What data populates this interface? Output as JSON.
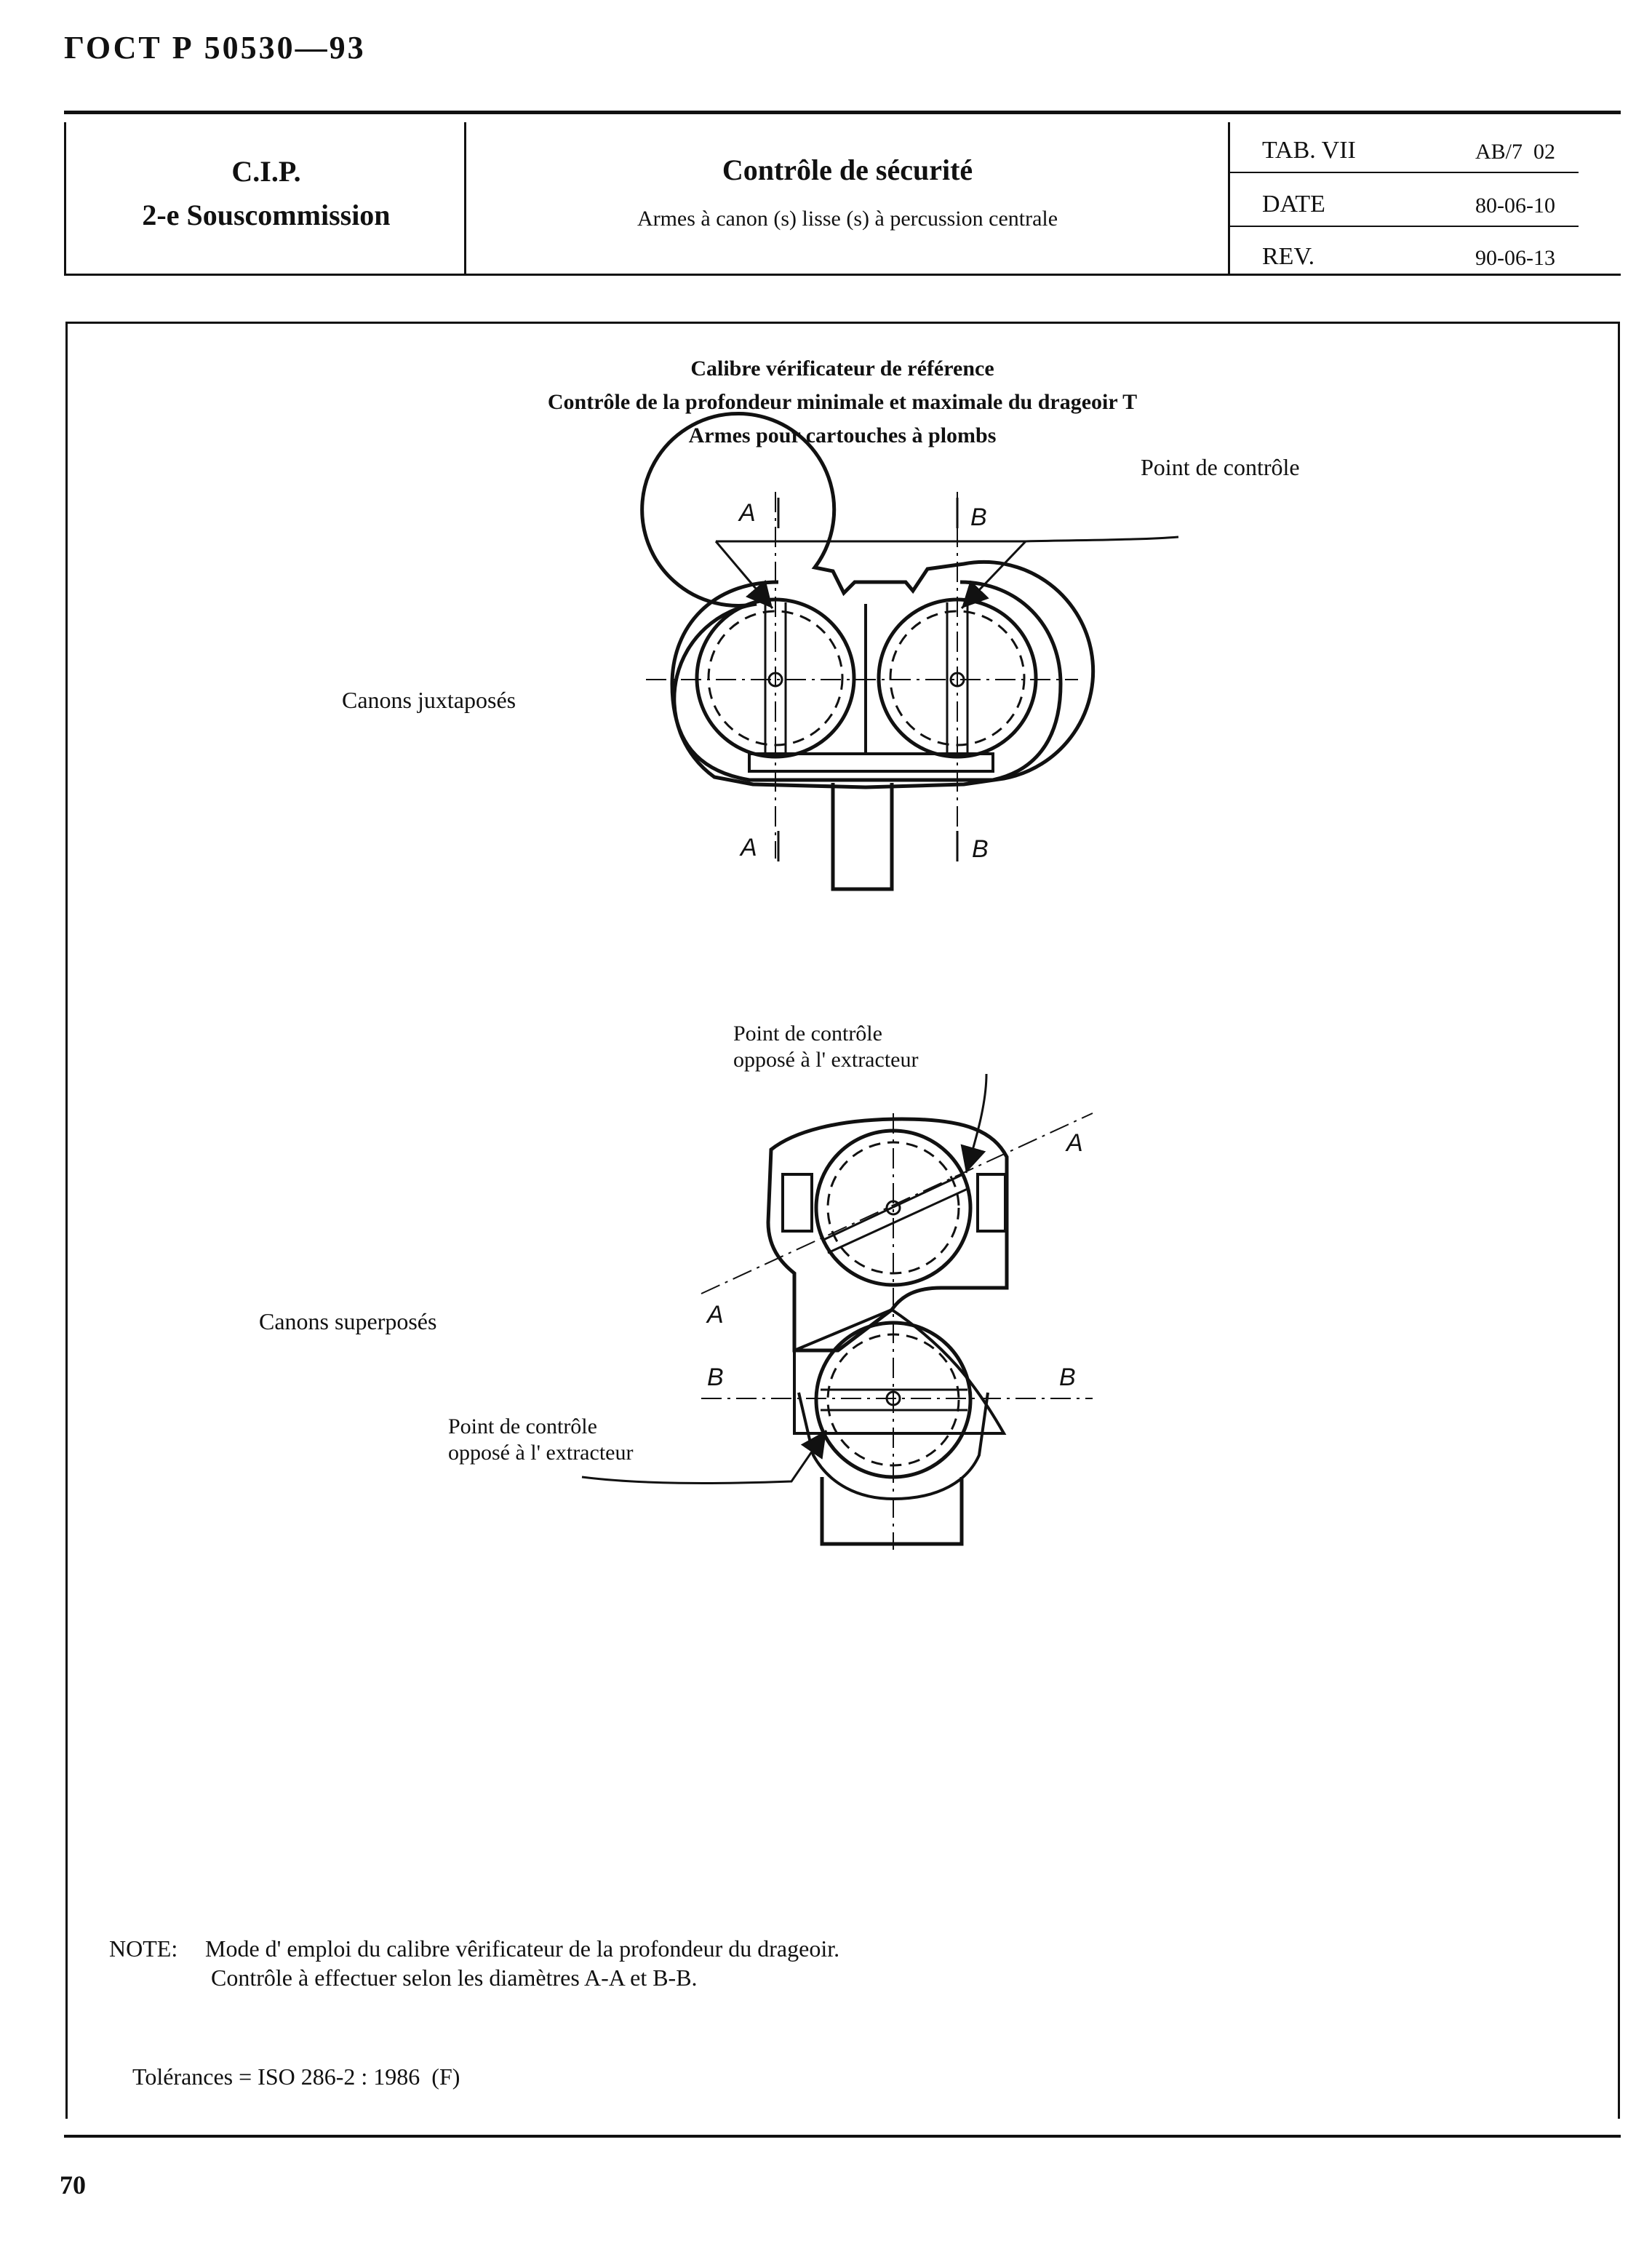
{
  "document_number": "ГОСТ Р 50530—93",
  "header": {
    "org": "C.I.P.",
    "subcommission": "2-e Souscommission",
    "title": "Contrôle de sécurité",
    "subtitle": "Armes à canon (s) lisse (s) à percussion centrale",
    "meta": [
      {
        "label": "TAB. VII",
        "value": "AB/7  02"
      },
      {
        "label": "DATE",
        "value": "80-06-10"
      },
      {
        "label": "REV.",
        "value": "90-06-13"
      }
    ]
  },
  "content": {
    "heading_lines": [
      "Calibre vérificateur de référence",
      "Contrôle de la profondeur minimale et maximale du  drageoir T",
      "Armes pour cartouches à plombs"
    ],
    "figure1": {
      "caption": "Canons juxtaposés",
      "callout": "Point de contrôle",
      "labels": [
        "A",
        "B",
        "A",
        "B"
      ]
    },
    "figure2": {
      "caption": "Canons superposés",
      "callout_top": [
        "Point de contrôle",
        "opposé à l' extracteur"
      ],
      "callout_bottom": [
        "Point de contrôle",
        "opposé à l' extracteur"
      ],
      "labels": [
        "A",
        "A",
        "B",
        "B"
      ]
    },
    "note": {
      "prefix": "NOTE:",
      "line1": "Mode d' emploi du calibre vêrificateur de la profondeur du drageoir.",
      "line2": "Contrôle à effectuer selon les diamètres A-A et B-B."
    },
    "tolerances": "Tolérances = ISO 286-2 : 1986  (F)"
  },
  "page_number": "70"
}
